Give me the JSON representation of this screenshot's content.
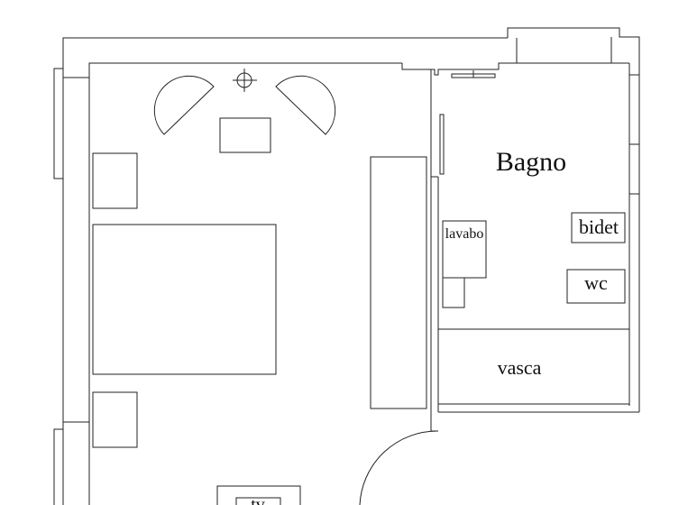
{
  "diagram": {
    "type": "floor-plan",
    "rooms": [
      {
        "label": "Bagno"
      }
    ],
    "fixtures": {
      "lavabo": "lavabo",
      "bidet": "bidet",
      "wc": "wc",
      "vasca": "vasca",
      "tv": "tv"
    }
  },
  "colors": {
    "line": "#222222",
    "text": "#111111",
    "background": "#ffffff"
  }
}
